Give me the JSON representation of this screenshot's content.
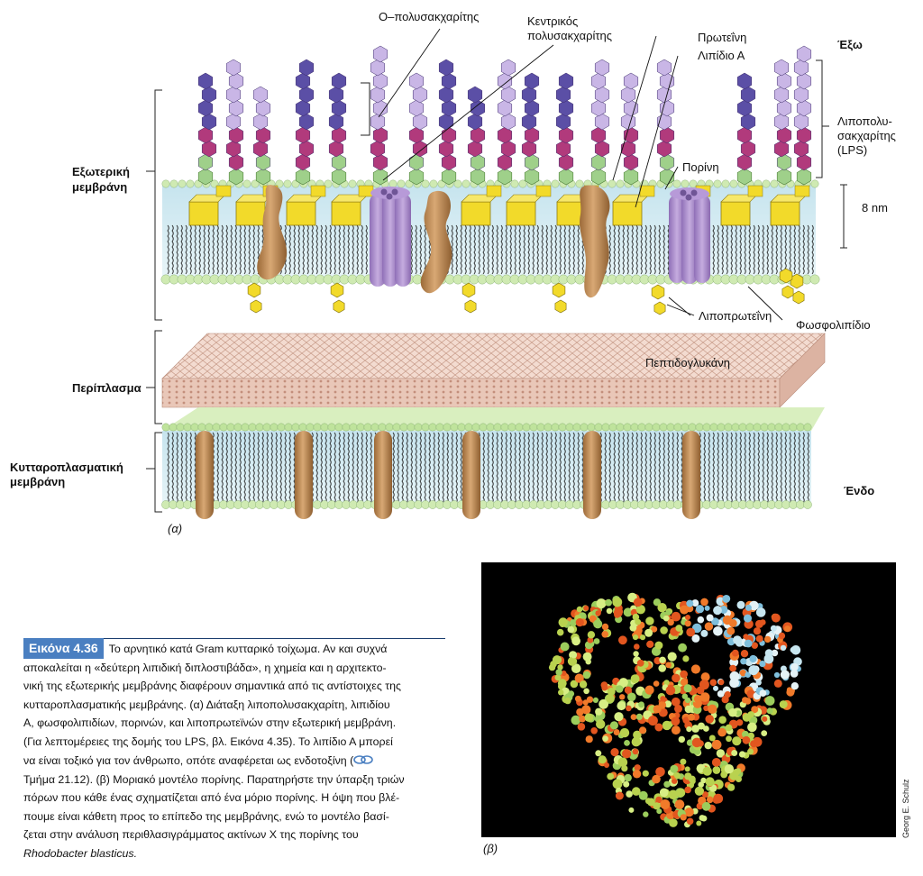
{
  "labels": {
    "o_polysaccharide": "O–πολυσακχαρίτης",
    "core_poly_1": "Κεντρικός",
    "core_poly_2": "πολυσακχαρίτης",
    "protein": "Πρωτεΐνη",
    "lipid_a": "Λιπίδιο Α",
    "outside": "Έξω",
    "lps_1": "Λιποπολυ-",
    "lps_2": "σακχαρίτης",
    "lps_3": "(LPS)",
    "porin": "Πορίνη",
    "thickness": "8 nm",
    "outer_membrane_1": "Εξωτερική",
    "outer_membrane_2": "μεμβράνη",
    "lipoprotein": "Λιποπρωτεΐνη",
    "phospholipid": "Φωσφολιπίδιο",
    "peptidoglycan": "Πεπτιδογλυκάνη",
    "periplasm": "Περίπλασμα",
    "cytoplasmic_membrane_1": "Κυτταροπλασματική",
    "cytoplasmic_membrane_2": "μεμβράνη",
    "inside": "Ένδο",
    "panel_a": "(α)",
    "panel_b": "(β)",
    "credit": "Georg E. Schulz"
  },
  "caption": {
    "title": "Εικόνα 4.36",
    "line1": "Το αρνητικό κατά Gram κυτταρικό τοίχωμα. Αν και συχνά",
    "line2": "αποκαλείται η «δεύτερη λιπιδική διπλοστιβάδα», η χημεία και η αρχιτεκτο-",
    "line3": "νική της εξωτερικής μεμβράνης διαφέρουν σημαντικά από τις αντίστοιχες της",
    "line4": "κυτταροπλασματικής μεμβράνης. (α) Διάταξη λιποπολυσακχαρίτη, λιπιδίου",
    "line5": "Α, φωσφολιπιδίων, πορινών, και λιποπρωτεϊνών στην εξωτερική μεμβράνη.",
    "line6": "(Για λεπτομέρειες της δομής του LPS, βλ. Εικόνα 4.35). Το λιπίδιο Α μπορεί",
    "line7": "να είναι τοξικό για τον άνθρωπο, οπότε αναφέρεται ως ενδοτοξίνη (",
    "line8": "Τμήμα 21.12). (β) Μοριακό μοντέλο πορίνης. Παρατηρήστε την ύπαρξη τριών",
    "line9": "πόρων που κάθε ένας σχηματίζεται από ένα μόριο πορίνης. Η όψη που βλέ-",
    "line10": "πουμε είναι κάθετη προς το επίπεδο της μεμβράνης, ενώ το μοντέλο βασί-",
    "line11": "ζεται στην ανάλυση περιθλασιγράμματος ακτίνων Χ της πορίνης του",
    "line12": "Rhodobacter blasticus."
  },
  "colors": {
    "hex_purple": "#5b4fa6",
    "hex_lilac": "#c9b6e6",
    "hex_magenta": "#b13a7c",
    "hex_green": "#9fd08a",
    "lipid_a_yellow": "#f2da2a",
    "porin_purple": "#a88acb",
    "protein_brown": "#b98650",
    "membrane_blue": "#d4eaf2",
    "caption_blue": "#4a7fc1"
  },
  "icons": {
    "cross_reference": "link-icon"
  }
}
